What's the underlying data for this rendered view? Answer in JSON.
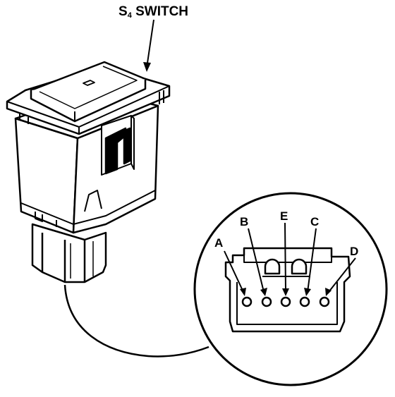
{
  "diagram": {
    "title": {
      "prefix": "S",
      "subscript": "4",
      "suffix": " SWITCH"
    },
    "connector": {
      "terminals": [
        {
          "label": "A"
        },
        {
          "label": "B"
        },
        {
          "label": "E"
        },
        {
          "label": "C"
        },
        {
          "label": "D"
        }
      ]
    }
  }
}
